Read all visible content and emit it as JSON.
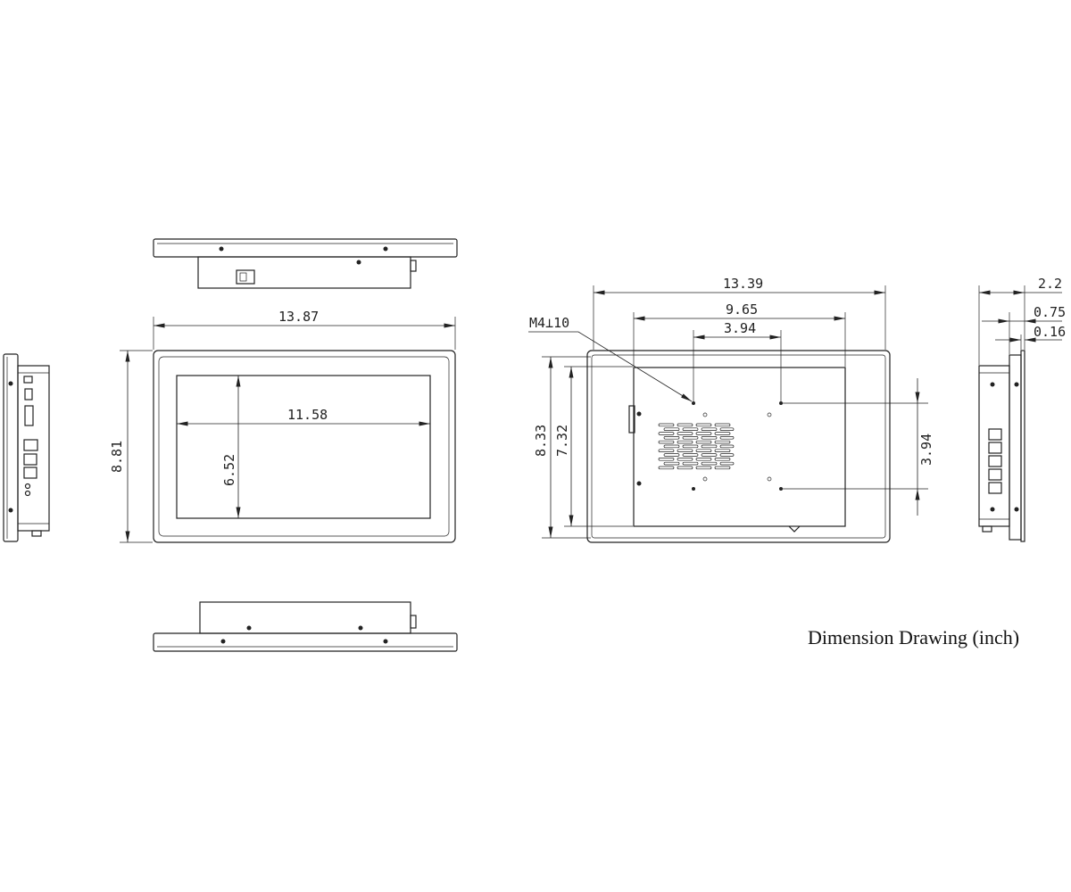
{
  "caption": "Dimension Drawing (inch)",
  "front_view": {
    "width": "13.87",
    "height": "8.81",
    "screen_width": "11.58",
    "screen_height": "6.52"
  },
  "back_view": {
    "width": "13.39",
    "mount_width": "9.65",
    "vesa_h": "3.94",
    "height": "8.33",
    "mount_height": "7.32",
    "vesa_v": "3.94",
    "screw_note": "M4⊥10"
  },
  "side_view": {
    "depth": "2.2",
    "chassis": "0.75",
    "bezel": "0.16"
  }
}
